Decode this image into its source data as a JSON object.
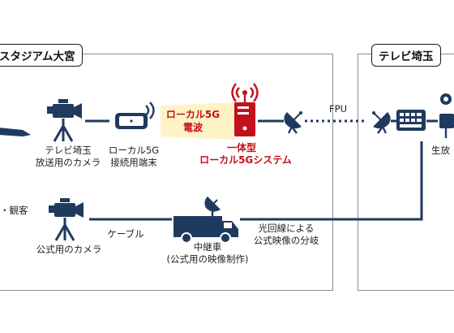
{
  "colors": {
    "line": "#1f3a5f",
    "red": "#c4101c",
    "panel_border": "#8a8f96",
    "wave_yellow": "#fdf3c7"
  },
  "left_panel": {
    "title": "スタジアム大宮"
  },
  "right_panel": {
    "title": "テレビ埼玉"
  },
  "nodes": {
    "tv_camera": {
      "line1": "テレビ埼玉",
      "line2": "放送用のカメラ",
      "icon": "video-camera-on-tripod"
    },
    "terminal": {
      "line1": "ローカル5G",
      "line2": "接続用端末",
      "icon": "handheld-terminal"
    },
    "radio_wave": {
      "line1": "ローカル5G",
      "line2": "電波"
    },
    "system": {
      "line1": "一体型",
      "line2": "ローカル5Gシステム",
      "icon": "antenna-server"
    },
    "official_camera": {
      "line1": "公式用のカメラ",
      "icon": "video-camera-on-tripod"
    },
    "relay_van": {
      "line1": "中継車",
      "line2": "(公式用の映像制作)",
      "icon": "broadcast-van"
    },
    "spectators_partial": "・観客",
    "broadcast_partial": "生放"
  },
  "links": {
    "fpu": "FPU",
    "cable": "ケーブル",
    "fiber_line1": "光回線による",
    "fiber_line2": "公式映像の分岐"
  }
}
